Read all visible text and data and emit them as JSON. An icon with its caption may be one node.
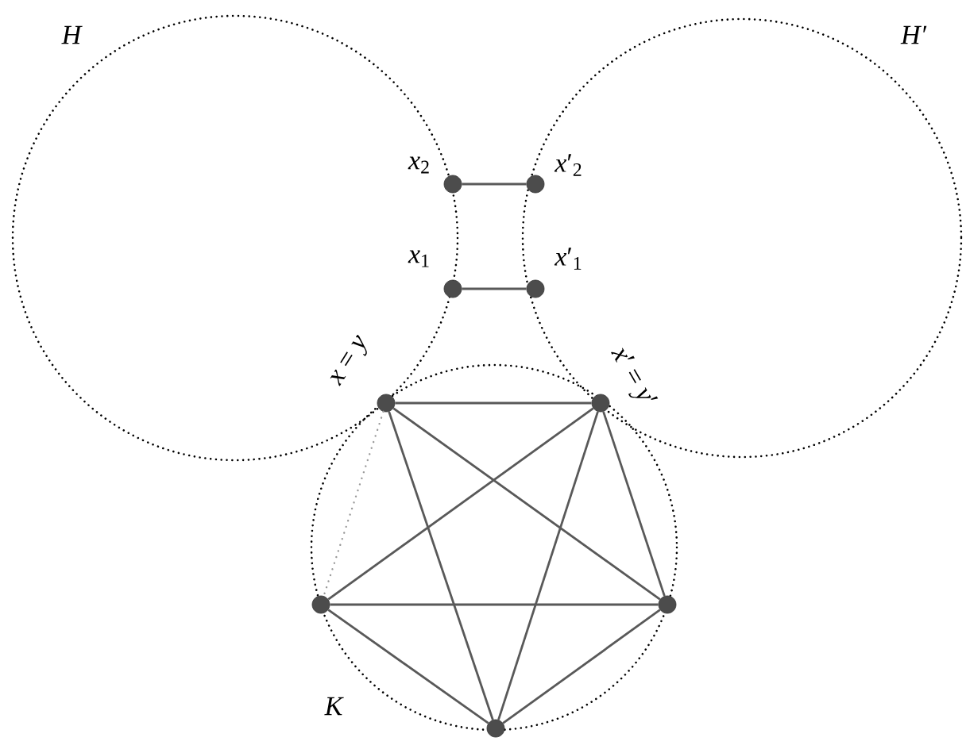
{
  "diagram": {
    "nodes": [
      {
        "text": [],
        "shape": "circle",
        "beside": [
          "*x*$_{2}$"
        ]
      },
      {
        "text": [],
        "shape": "circle",
        "beside": [
          "*x*′$_{2}$"
        ]
      },
      {
        "text": [],
        "shape": "circle",
        "beside": [
          "*x*$_{1}$"
        ]
      },
      {
        "text": [],
        "shape": "circle",
        "beside": [
          "*x*′$_{1}$"
        ]
      },
      {
        "text": [],
        "shape": "circle",
        "beside": [
          "*x* = *y*"
        ]
      },
      {
        "text": [],
        "shape": "circle",
        "beside": [
          "*x*′ = *y*′"
        ]
      },
      {
        "text": [],
        "shape": "circle"
      },
      {
        "text": [],
        "shape": "circle"
      },
      {
        "text": [],
        "shape": "circle"
      }
    ],
    "edges": [
      {
        "from": 0,
        "to": 1,
        "arrow": "none"
      },
      {
        "from": 2,
        "to": 3,
        "arrow": "none"
      },
      {
        "from": 4,
        "to": 5,
        "arrow": "none"
      },
      {
        "from": 4,
        "to": 7,
        "arrow": "none"
      },
      {
        "from": 4,
        "to": 8,
        "arrow": "none"
      },
      {
        "from": 5,
        "to": 6,
        "arrow": "none"
      },
      {
        "from": 5,
        "to": 7,
        "arrow": "none"
      },
      {
        "from": 5,
        "to": 8,
        "arrow": "none"
      },
      {
        "from": 6,
        "to": 7,
        "arrow": "none"
      },
      {
        "from": 6,
        "to": 8,
        "arrow": "none"
      },
      {
        "from": 7,
        "to": 8,
        "arrow": "none"
      },
      {
        "from": 4,
        "to": 6,
        "arrow": "none",
        "style": "dashed",
        "color": "#999999"
      }
    ],
    "labels": [
      "H",
      "H′",
      "K"
    ]
  }
}
